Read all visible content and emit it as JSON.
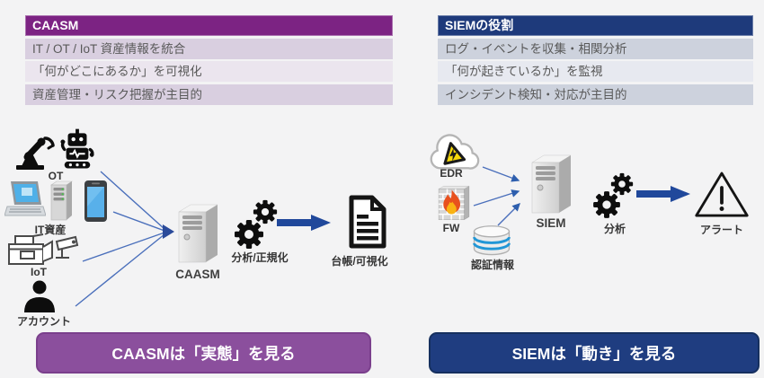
{
  "left_panel": {
    "table": {
      "title": "CAASM",
      "rows": [
        "IT / OT / IoT 資産情報を統合",
        "「何がどこにあるか」を可視化",
        "資産管理・リスク把握が主目的"
      ]
    },
    "diagram": {
      "sources": {
        "ot": "OT",
        "it_assets": "IT資産",
        "iot": "IoT",
        "account": "アカウント"
      },
      "server_label": "CAASM",
      "process_label": "分析/正規化",
      "output_label": "台帳/可視化"
    },
    "banner": "CAASMは「実態」を見る"
  },
  "right_panel": {
    "table": {
      "title": "SIEMの役割",
      "rows": [
        "ログ・イベントを収集・相関分析",
        "「何が起きているか」を監視",
        "インシデント検知・対応が主目的"
      ]
    },
    "diagram": {
      "sources": {
        "edr": "EDR",
        "fw": "FW",
        "auth": "認証情報"
      },
      "server_label": "SIEM",
      "process_label": "分析",
      "output_label": "アラート"
    },
    "banner": "SIEMは「動き」を見る"
  },
  "icons": {
    "robot-arm-icon": "black silhouette industrial robot arm",
    "robot-icon": "black silhouette robot with antenna and waveform",
    "laptop-icon": "laptop with blue screen",
    "small-server-icon": "tower server with green leds",
    "smartphone-icon": "smartphone with blue screen",
    "printer-icon": "outline multifunction printer",
    "camera-icon": "outline security camera",
    "person-icon": "black person silhouette",
    "server-tower-icon": "gray 3d server tower",
    "gears-icon": "two black gears",
    "document-icon": "black outline document with text lines",
    "cloud-alert-icon": "cloud with yellow warning triangle",
    "firewall-flame-icon": "brick wall with flame",
    "database-icon": "cylinder database with blue bands",
    "alert-triangle-icon": "outline warning triangle with exclamation",
    "arrow-right-icon": "thick dark blue right arrow"
  },
  "colors": {
    "background": "#f3f3f4",
    "caasm_header": "#7c2383",
    "siem_header": "#1e3a7b",
    "caasm_row_dark": "#d9cfe0",
    "caasm_row_light": "#ebe5ee",
    "siem_row_dark": "#cdd2dd",
    "siem_row_light": "#e7e9f0",
    "banner_purple": "#8b4f9d",
    "banner_navy": "#1f3d80",
    "connector_blue": "#4a6fbb",
    "arrow_blue": "#20489b",
    "row_text": "#595959"
  }
}
